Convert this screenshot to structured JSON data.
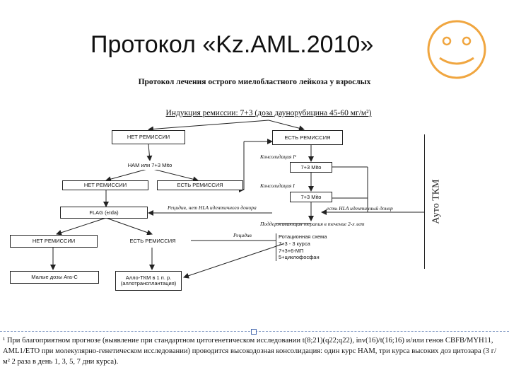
{
  "title": "Протокол «Kz.AML.2010»",
  "smiley_icon": "smiley-face-icon",
  "accent_color": "#f0a640",
  "diagram": {
    "subtitle": "Протокол лечения острого миелобластного лейкоза у взрослых",
    "induction": "Индукция ремиссии: 7+3 (доза даунорубицина 45-60 мг/м²)",
    "no_remission_1": "НЕТ РЕМИССИИ",
    "remission_1": "ЕСТЬ РЕМИССИЯ",
    "ham": "НАМ или 7+3 Mito",
    "no_remission_2": "НЕТ РЕМИССИИ",
    "remission_2": "ЕСТЬ РЕМИССИЯ",
    "flag": "FLAG (±Ida)",
    "no_remission_3": "НЕТ РЕМИССИИ",
    "remission_3": "ЕСТЬ РЕМИССИЯ",
    "low_dose": "Малые дозы Ara-C",
    "allo": "Алло-ТКМ в 1 п. р. (аллотрансплантация)",
    "consolidation_1_label": "Консолидация I¹",
    "consolidation_1_box": "7+3 Mito",
    "consolidation_2_label": "Консолидация I",
    "consolidation_2_box": "7+3 Mito",
    "relapse_donor": "Рецидив, нет HLA идентичного донора",
    "donor_label": "есть HLA идентичный донор",
    "maintenance": "Поддерживающая терапия в течение 2-х лет",
    "relapse": "Рецидив",
    "schedule": [
      "Ротационная схема",
      "7+3 - 3 курса",
      "7+3+6-МП",
      "5+циклофосфан"
    ],
    "auto": "Ауто ТКМ"
  },
  "footnote": "¹ При благоприятном прогнозе (выявление при стандартном цитогенетическом исследовании t(8;21)(q22;q22), inv(16)/t(16;16) и/или генов CBFB/MYH11, AML1/ETO при молекулярно-генетическом исследовании) проводится высокодозная консолидация: один курс НАМ, три курса высоких доз цитозара (3 г/м² 2 раза в день 1, 3, 5, 7 дни курса)."
}
